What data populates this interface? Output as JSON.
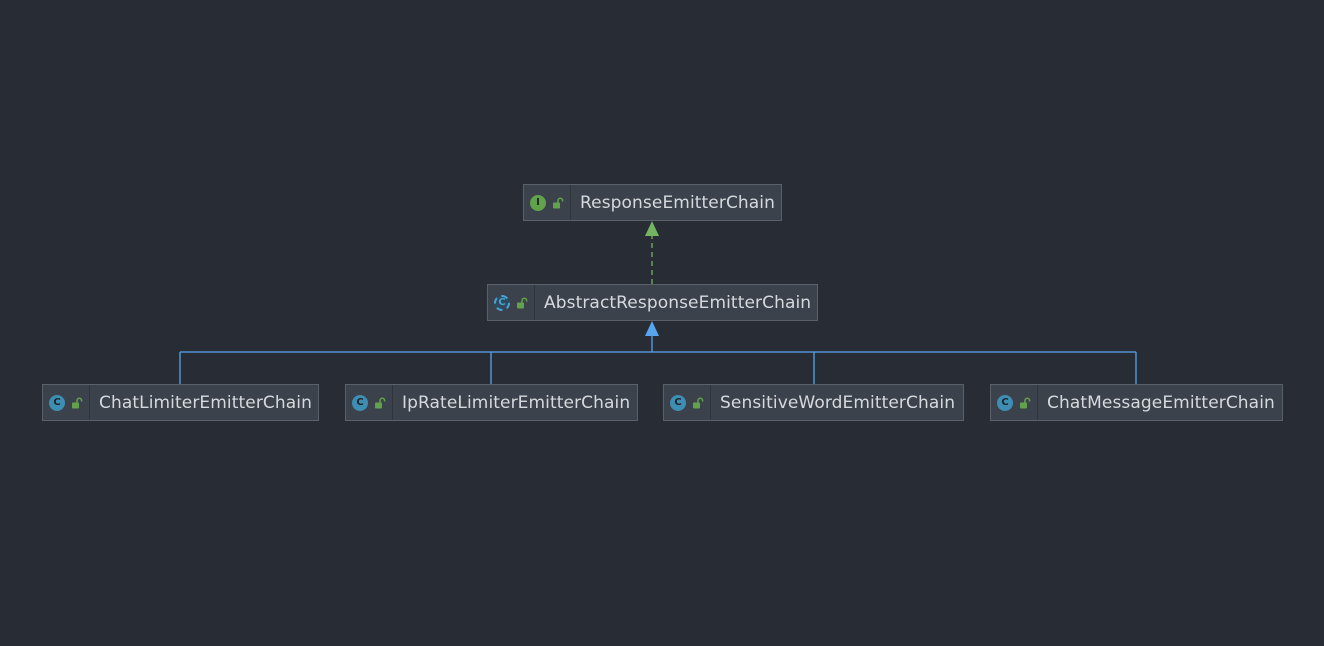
{
  "diagram": {
    "background": "#282c34",
    "colors": {
      "implements_edge": "#74b361",
      "extends_edge": "#57a5ef",
      "interface_icon": "#62a24b",
      "class_icon": "#3e8eb3",
      "lock_icon": "#62a24b"
    },
    "nodes": [
      {
        "id": "response-emitter-chain",
        "kind": "interface",
        "kind_icon": "interface-icon",
        "kind_letter": "I",
        "visibility_icon": "public-lock-icon",
        "label": "ResponseEmitterChain"
      },
      {
        "id": "abstract-response-emitter-chain",
        "kind": "abstract-class",
        "kind_icon": "abstract-class-icon",
        "kind_letter": "C",
        "visibility_icon": "public-lock-icon",
        "label": "AbstractResponseEmitterChain"
      },
      {
        "id": "chat-limiter-emitter-chain",
        "kind": "class",
        "kind_icon": "class-icon",
        "kind_letter": "C",
        "visibility_icon": "public-lock-icon",
        "label": "ChatLimiterEmitterChain"
      },
      {
        "id": "ip-rate-limiter-emitter-chain",
        "kind": "class",
        "kind_icon": "class-icon",
        "kind_letter": "C",
        "visibility_icon": "public-lock-icon",
        "label": "IpRateLimiterEmitterChain"
      },
      {
        "id": "sensitive-word-emitter-chain",
        "kind": "class",
        "kind_icon": "class-icon",
        "kind_letter": "C",
        "visibility_icon": "public-lock-icon",
        "label": "SensitiveWordEmitterChain"
      },
      {
        "id": "chat-message-emitter-chain",
        "kind": "class",
        "kind_icon": "class-icon",
        "kind_letter": "C",
        "visibility_icon": "public-lock-icon",
        "label": "ChatMessageEmitterChain"
      }
    ],
    "edges": [
      {
        "from": "abstract-response-emitter-chain",
        "to": "response-emitter-chain",
        "type": "implements"
      },
      {
        "from": "chat-limiter-emitter-chain",
        "to": "abstract-response-emitter-chain",
        "type": "extends"
      },
      {
        "from": "ip-rate-limiter-emitter-chain",
        "to": "abstract-response-emitter-chain",
        "type": "extends"
      },
      {
        "from": "sensitive-word-emitter-chain",
        "to": "abstract-response-emitter-chain",
        "type": "extends"
      },
      {
        "from": "chat-message-emitter-chain",
        "to": "abstract-response-emitter-chain",
        "type": "extends"
      }
    ]
  }
}
